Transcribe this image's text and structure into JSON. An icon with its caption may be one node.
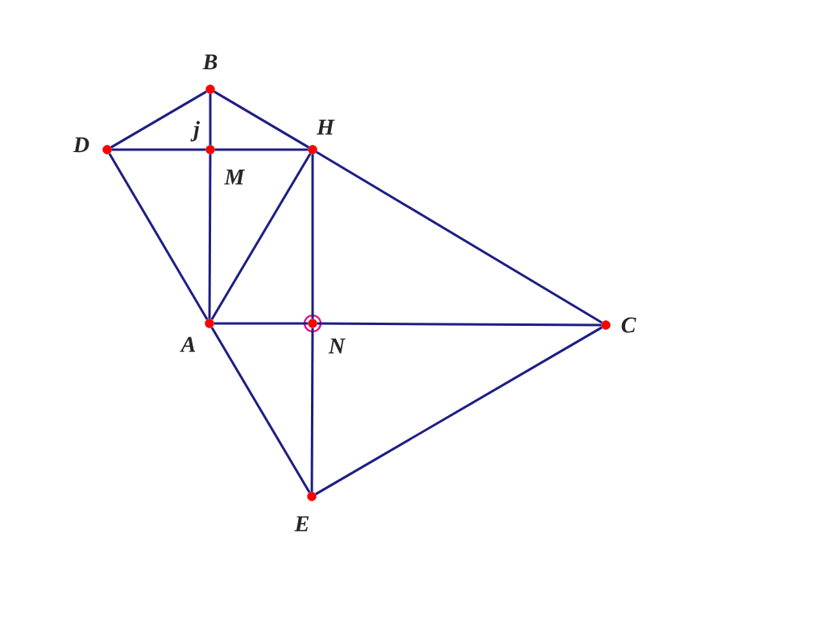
{
  "diagram": {
    "nodes": [
      {
        "text": [
          "B"
        ]
      },
      {
        "text": [
          "D"
        ]
      },
      {
        "text": [
          "H"
        ]
      },
      {
        "text": [
          "M"
        ]
      },
      {
        "text": [
          "A"
        ]
      },
      {
        "text": [
          "N"
        ]
      },
      {
        "text": [
          "C"
        ]
      },
      {
        "text": [
          "E"
        ]
      }
    ],
    "edges": [
      {
        "from": 0,
        "to": 1,
        "arrow": "none"
      },
      {
        "from": 0,
        "to": 2,
        "arrow": "none"
      },
      {
        "from": 0,
        "to": 3,
        "arrow": "none"
      },
      {
        "from": 1,
        "to": 3,
        "arrow": "none"
      },
      {
        "from": 3,
        "to": 2,
        "arrow": "none"
      },
      {
        "from": 1,
        "to": 4,
        "arrow": "none"
      },
      {
        "from": 3,
        "to": 4,
        "arrow": "none"
      },
      {
        "from": 4,
        "to": 2,
        "arrow": "none"
      },
      {
        "from": 2,
        "to": 5,
        "arrow": "none"
      },
      {
        "from": 2,
        "to": 6,
        "arrow": "none"
      },
      {
        "from": 4,
        "to": 5,
        "arrow": "none"
      },
      {
        "from": 5,
        "to": 6,
        "arrow": "none"
      },
      {
        "from": 4,
        "to": 7,
        "arrow": "none"
      },
      {
        "from": 5,
        "to": 7,
        "arrow": "none"
      },
      {
        "from": 7,
        "to": 6,
        "arrow": "none"
      }
    ],
    "labels": [
      "j"
    ]
  }
}
